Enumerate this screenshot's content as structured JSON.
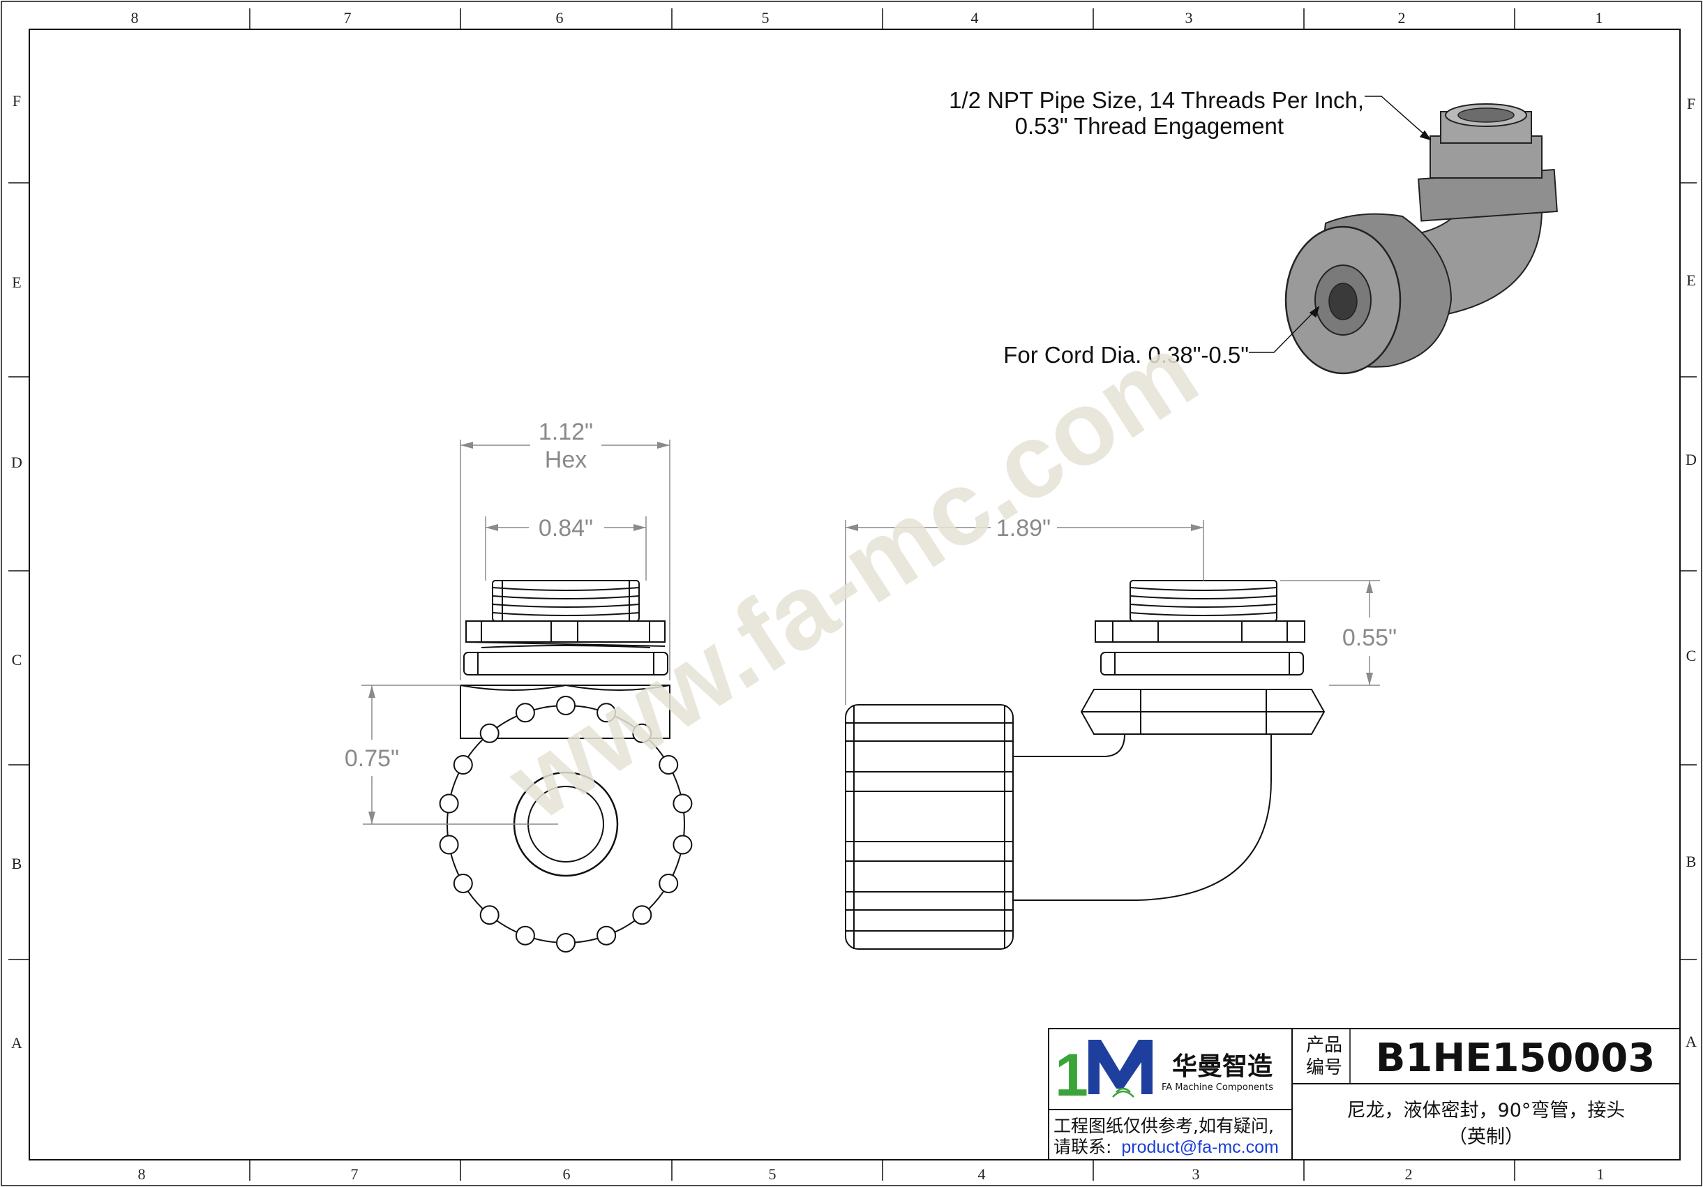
{
  "border": {
    "columns_top": [
      "8",
      "7",
      "6",
      "5",
      "4",
      "3",
      "2",
      "1"
    ],
    "columns_bottom": [
      "8",
      "7",
      "6",
      "5",
      "4",
      "3",
      "2",
      "1"
    ],
    "rows": [
      "F",
      "E",
      "D",
      "C",
      "B",
      "A"
    ]
  },
  "watermark": "www.fa-mc.com",
  "dimensions": {
    "hex": "1.12\"",
    "hex_sub": "Hex",
    "thread_width": "0.84\"",
    "length": "1.89\"",
    "height": "0.55\"",
    "center_offset": "0.75\""
  },
  "annotations": {
    "thread_line1": "1/2 NPT Pipe Size, 14 Threads Per Inch,",
    "thread_line2": "0.53\" Thread Engagement",
    "cord": "For Cord Dia.  0.38\"-0.5\""
  },
  "title_block": {
    "logo_text": "华曼智造",
    "logo_sub": "FA Machine Components",
    "product_label_line1": "产品",
    "product_label_line2": "编号",
    "part_number": "B1HE150003",
    "desc_line1": "尼龙，液体密封，90°弯管，接头",
    "desc_line2": "（英制）",
    "disclaimer_line1": "工程图纸仅供参考,如有疑问,",
    "disclaimer_line2_prefix": "请联系:",
    "email": "product@fa-mc.com"
  },
  "colors": {
    "dimension": "#8a8a8a",
    "watermark": "#e6e3d6",
    "logo_green": "#3aa33a",
    "logo_blue": "#1f3f9f",
    "email_blue": "#1a3fd6",
    "render_gray": "#8c8c8c"
  }
}
